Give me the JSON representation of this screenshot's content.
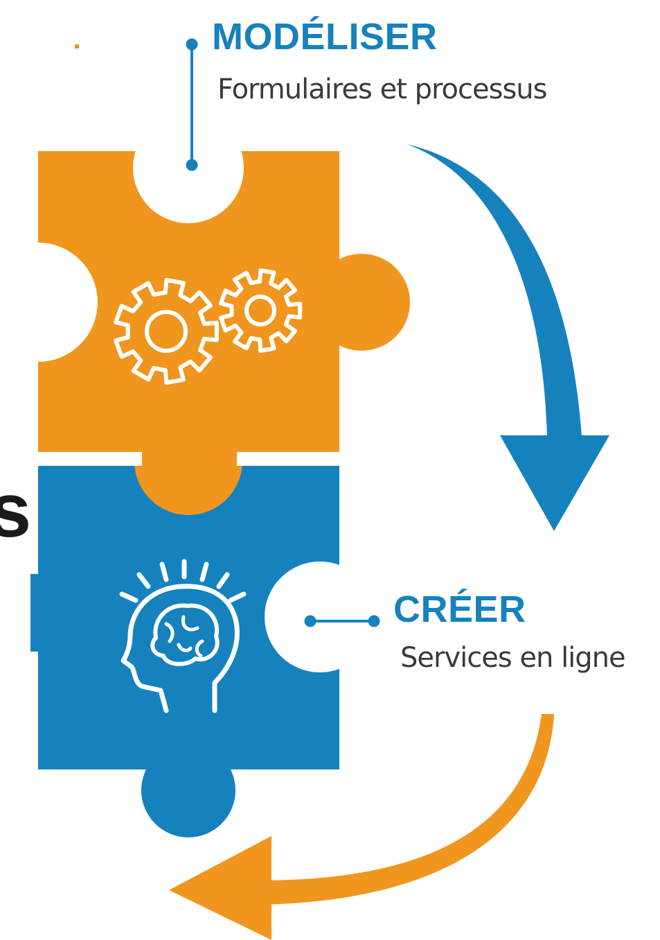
{
  "colors": {
    "orange": "#F0961E",
    "blue": "#1582BE",
    "text_dark": "#3A3A3A",
    "white": "#FFFFFF"
  },
  "steps": [
    {
      "title": "MODÉLISER",
      "subtitle": "Formulaires et processus",
      "icon": "gears-icon",
      "piece_color": "orange"
    },
    {
      "title": "CRÉER",
      "subtitle": "Services en ligne",
      "icon": "brain-head-icon",
      "piece_color": "blue"
    }
  ],
  "cropped_edge_glyph": "s"
}
